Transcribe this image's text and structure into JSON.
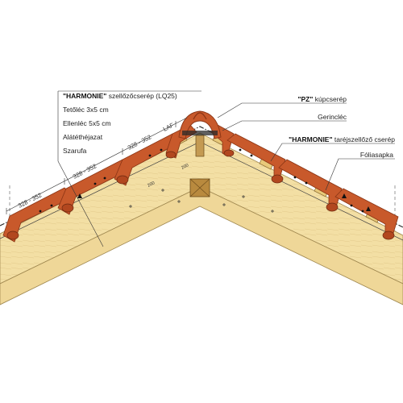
{
  "left_labels": {
    "tile_name_bold": "\"HARMONIE\"",
    "tile_name_rest": " szellőzőcserép (LQ25)",
    "batten": "Tetőléc 3x5 cm",
    "counter_batten": "Ellenléc 5x5 cm",
    "underlay": "Alátéthéjazat",
    "rafter": "Szarufa"
  },
  "right_labels": {
    "ridge_tile_bold": "\"PZ\"",
    "ridge_tile_rest": " kúpcserép",
    "ridge_batten": "Gerincléc",
    "ridge_vent_bold": "\"HARMONIE\"",
    "ridge_vent_rest": " taréjszellőző cserép",
    "foil_cap": "Fóliasapka"
  },
  "dimensions": {
    "spacing_1": "328 - 352",
    "spacing_2": "328 - 352",
    "spacing_3": "328 - 352",
    "laf": "LAF",
    "gap_a": "200",
    "gap_b": "200"
  },
  "colors": {
    "tile": "#c8592b",
    "tile_dark": "#8a3414",
    "timber": "#f3dfa4",
    "timber_edge": "#a08850",
    "background": "#ffffff"
  }
}
